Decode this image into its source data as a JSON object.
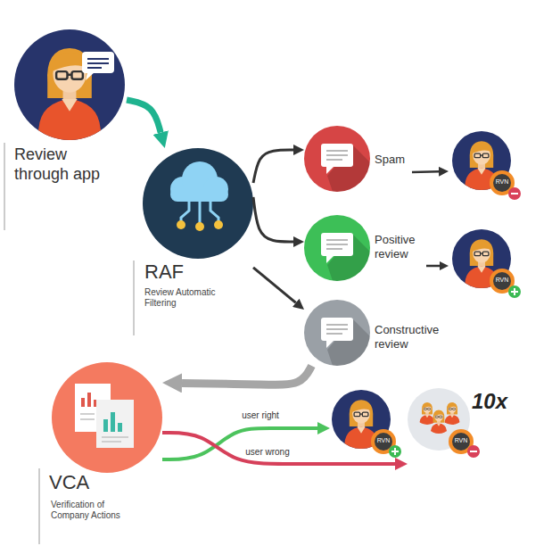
{
  "diagram": {
    "nodes": [
      {
        "text": [
          "Review through app"
        ]
      },
      {
        "text": [
          "RAF",
          "Review Automatic Filtering"
        ]
      },
      {
        "text": [
          "Spam"
        ]
      },
      {
        "text": [
          "Positive review"
        ]
      },
      {
        "text": [
          "Constructive review"
        ]
      },
      {
        "text": [
          "RVN"
        ]
      },
      {
        "text": [
          "RVN"
        ]
      },
      {
        "text": [
          "VCA",
          "Verification of Company Actions"
        ]
      },
      {
        "text": [
          "RVN"
        ]
      },
      {
        "text": [
          "10x",
          "RVN"
        ]
      }
    ],
    "edges": [
      {
        "from": 0,
        "to": 1,
        "arrow": "to"
      },
      {
        "from": 1,
        "to": 2,
        "arrow": "to"
      },
      {
        "from": 1,
        "to": 3,
        "arrow": "to"
      },
      {
        "from": 1,
        "to": 4,
        "arrow": "to"
      },
      {
        "from": 2,
        "to": 5,
        "arrow": "to"
      },
      {
        "from": 3,
        "to": 6,
        "arrow": "to"
      },
      {
        "from": 4,
        "to": 7,
        "arrow": "to"
      },
      {
        "from": 7,
        "to": 8,
        "label": "user right",
        "arrow": "to"
      },
      {
        "from": 7,
        "to": 9,
        "label": "user wrong",
        "arrow": "to"
      }
    ]
  }
}
